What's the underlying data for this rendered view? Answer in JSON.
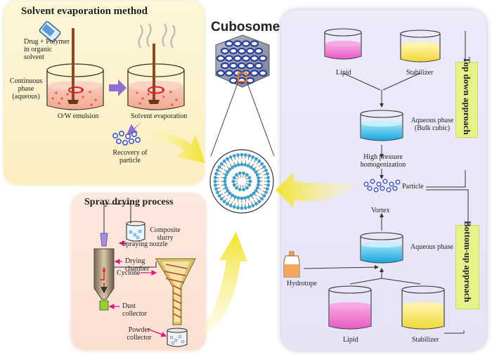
{
  "center": {
    "title": "Cubosome"
  },
  "solvent": {
    "title": "Solvent evaporation method",
    "drug": "Drug + Polymer\nin organic\nsolvent",
    "continuous": "Continuous\nphase\n(aqueous)",
    "emulsion": "O/W emulsion",
    "evaporation": "Solvent evaporation",
    "recovery": "Recovery of\nparticle"
  },
  "spray": {
    "title": "Spray drying process",
    "slurry": "Composite\nslurry",
    "nozzle": "Spraying nozzle",
    "chamber": "Drying\nchamber",
    "cyclone": "Cyclone",
    "dust": "Dust\ncollector",
    "powder": "Powder\ncollector"
  },
  "topdown": {
    "label": "Top down\napproach",
    "lipid": "Lipid",
    "stabilizer": "Stabilizer",
    "aqueous": "Aqueous phase\n(Bulk cubic)",
    "hph": "High pressure\nhomogenization",
    "particle": "Particle"
  },
  "bottomup": {
    "label": "Bottom-up\napproach",
    "vortex": "Vortex",
    "aqueous": "Aqueous phase",
    "hydrotope": "Hydrotope",
    "lipid": "Lipid",
    "stabilizer": "Stabilizer"
  },
  "colors": {
    "solvent_panel": "#fbeec0",
    "spray_panel": "#fbe0d2",
    "right_panel": "#e6e3f6",
    "lipid": "#e85ac4",
    "stabilizer": "#f6e25a",
    "aqueous": "#2fb6e6",
    "particle": "#3f55c8",
    "arrow_yellow": "#f2e22a",
    "arrow_purple": "#8c6fd0",
    "magenta": "#e0147d",
    "approach_tag": "#e6f28a"
  }
}
